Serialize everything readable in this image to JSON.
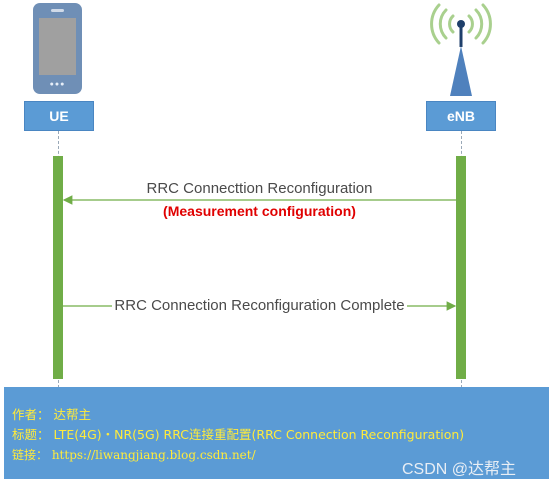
{
  "participants": {
    "ue_label": "UE",
    "enb_label": "eNB"
  },
  "messages": [
    {
      "label": "RRC Connecttion Reconfiguration",
      "sublabel": "(Measurement configuration)",
      "direction": "eNB-to-UE"
    },
    {
      "label": "RRC Connection Reconfiguration Complete",
      "direction": "UE-to-eNB"
    }
  ],
  "footer": {
    "author": "作者： 达帮主",
    "title": "标题： LTE(4G)・NR(5G) RRC连接重配置(RRC Connection Reconfiguration)",
    "link": "链接： https://liwangjiang.blog.csdn.net/"
  },
  "watermark": "CSDN @达帮主",
  "colors": {
    "box": "#5b9bd5",
    "activation_bar": "#70ad47",
    "arrow": "#70ad47",
    "highlight_text": "#e00000",
    "footer_text": "#ffeb3b",
    "antenna_waves": "#a9d08e"
  },
  "icons": {
    "ue": "mobile-phone-icon",
    "enb": "antenna-tower-icon"
  }
}
